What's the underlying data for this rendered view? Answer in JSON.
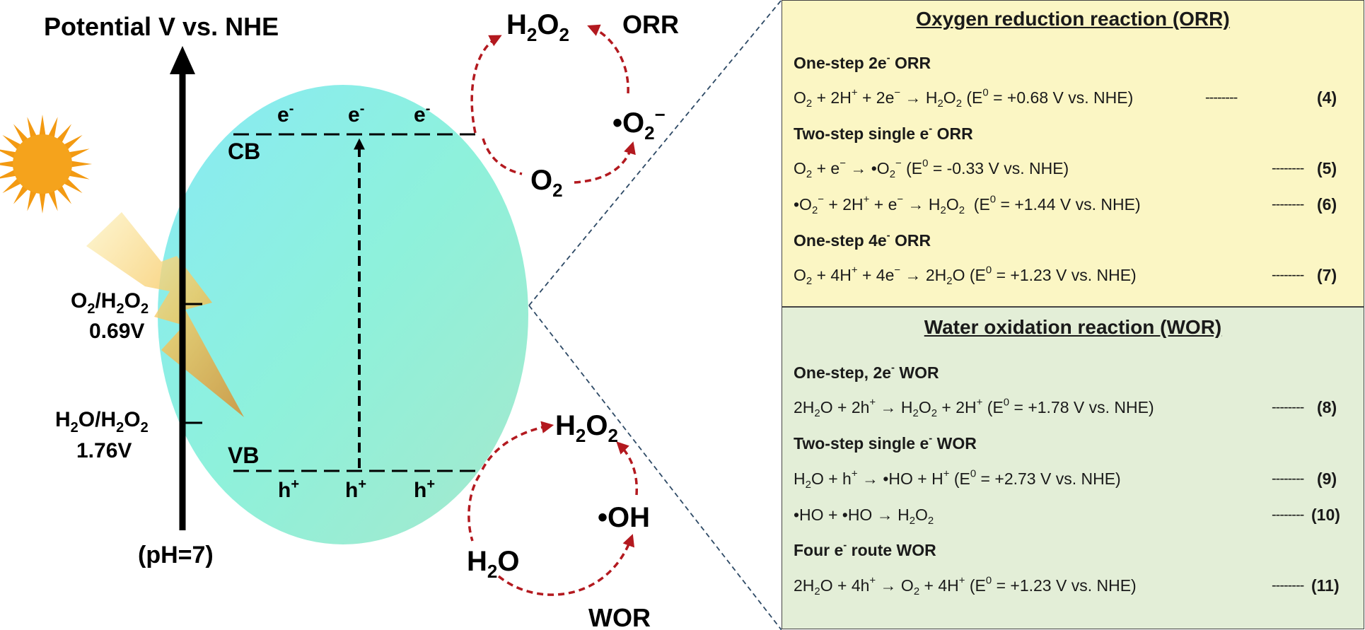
{
  "axis": {
    "title": "Potential V vs. NHE",
    "ph": "(pH=7)",
    "mark1_label": "O2/H2O2",
    "mark1_value": "0.69V",
    "mark2_label": "H2O/H2O2",
    "mark2_value": "1.76V"
  },
  "bands": {
    "cb": "CB",
    "vb": "VB",
    "electron": "e-",
    "hole": "h+"
  },
  "orr_cycle": {
    "product": "H2O2",
    "label": "ORR",
    "intermediate": "•O2−",
    "reactant": "O2"
  },
  "wor_cycle": {
    "product": "H2O2",
    "label": "WOR",
    "intermediate": "•OH",
    "reactant": "H2O"
  },
  "orr_panel": {
    "title": "Oxygen reduction reaction (ORR)",
    "rows": [
      {
        "step": "One-step 2e- ORR",
        "equation": "O2 + 2H+ + 2e− → H2O2 (E0 = +0.68 V vs. NHE)",
        "number": "(4)"
      },
      {
        "step": "Two-step single e- ORR",
        "equation": "O2 + e− → •O2− (E0 = -0.33 V vs. NHE)",
        "number": "(5)"
      },
      {
        "step": "",
        "equation": "•O2− + 2H+ + e− → H2O2 (E0 = +1.44 V vs. NHE)",
        "number": "(6)"
      },
      {
        "step": "One-step 4e- ORR",
        "equation": "O2 + 4H+ + 4e− → 2H2O (E0 = +1.23 V vs. NHE)",
        "number": "(7)"
      }
    ]
  },
  "wor_panel": {
    "title": "Water oxidation reaction (WOR)",
    "rows": [
      {
        "step": "One-step, 2e- WOR",
        "equation": "2H2O + 2h+ → H2O2 + 2H+ (E0 = +1.78 V vs. NHE)",
        "number": "(8)"
      },
      {
        "step": "Two-step single e- WOR",
        "equation": "H2O + h+ → •HO + H+ (E0 = +2.73 V vs. NHE)",
        "number": "(9)"
      },
      {
        "step": "",
        "equation": "•HO + •HO → H2O2",
        "number": "(10)"
      },
      {
        "step": "Four e- route WOR",
        "equation": "2H2O + 4h+ → O2 + 4H+ (E0 = +1.23 V vs. NHE)",
        "number": "(11)"
      }
    ]
  },
  "dash_leader": "--------",
  "colors": {
    "arrow_red": "#b3191f",
    "orr_panel_bg": "#fbf6c4",
    "wor_panel_bg": "#e3eed7",
    "sun": "#f39a12"
  }
}
